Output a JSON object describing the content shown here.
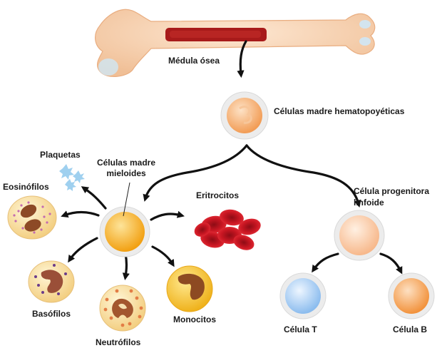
{
  "labels": {
    "bone_marrow": "Médula ósea",
    "hsc": "Células madre hematopoyéticas",
    "myeloid_1": "Células madre",
    "myeloid_2": "mieloides",
    "lymphoid_1": "Célula progenitora",
    "lymphoid_2": "linfoide",
    "platelets": "Plaquetas",
    "eosinophils": "Eosinófilos",
    "basophils": "Basófilos",
    "neutrophils": "Neutrófilos",
    "monocytes": "Monocitos",
    "erythrocytes": "Eritrocitos",
    "t_cell": "Célula T",
    "b_cell": "Célula B"
  },
  "colors": {
    "bone": "#f6d2b0",
    "marrow": "#a81a1a",
    "arrow": "#111111",
    "myeloid": "#f4a81a",
    "hsc": "#f6b87a",
    "lymphoid": "#f8c7a3",
    "t_cell": "#a9cff3",
    "b_cell": "#f7a960",
    "erythrocyte": "#d61e2a",
    "platelet": "#a9d4f0"
  }
}
